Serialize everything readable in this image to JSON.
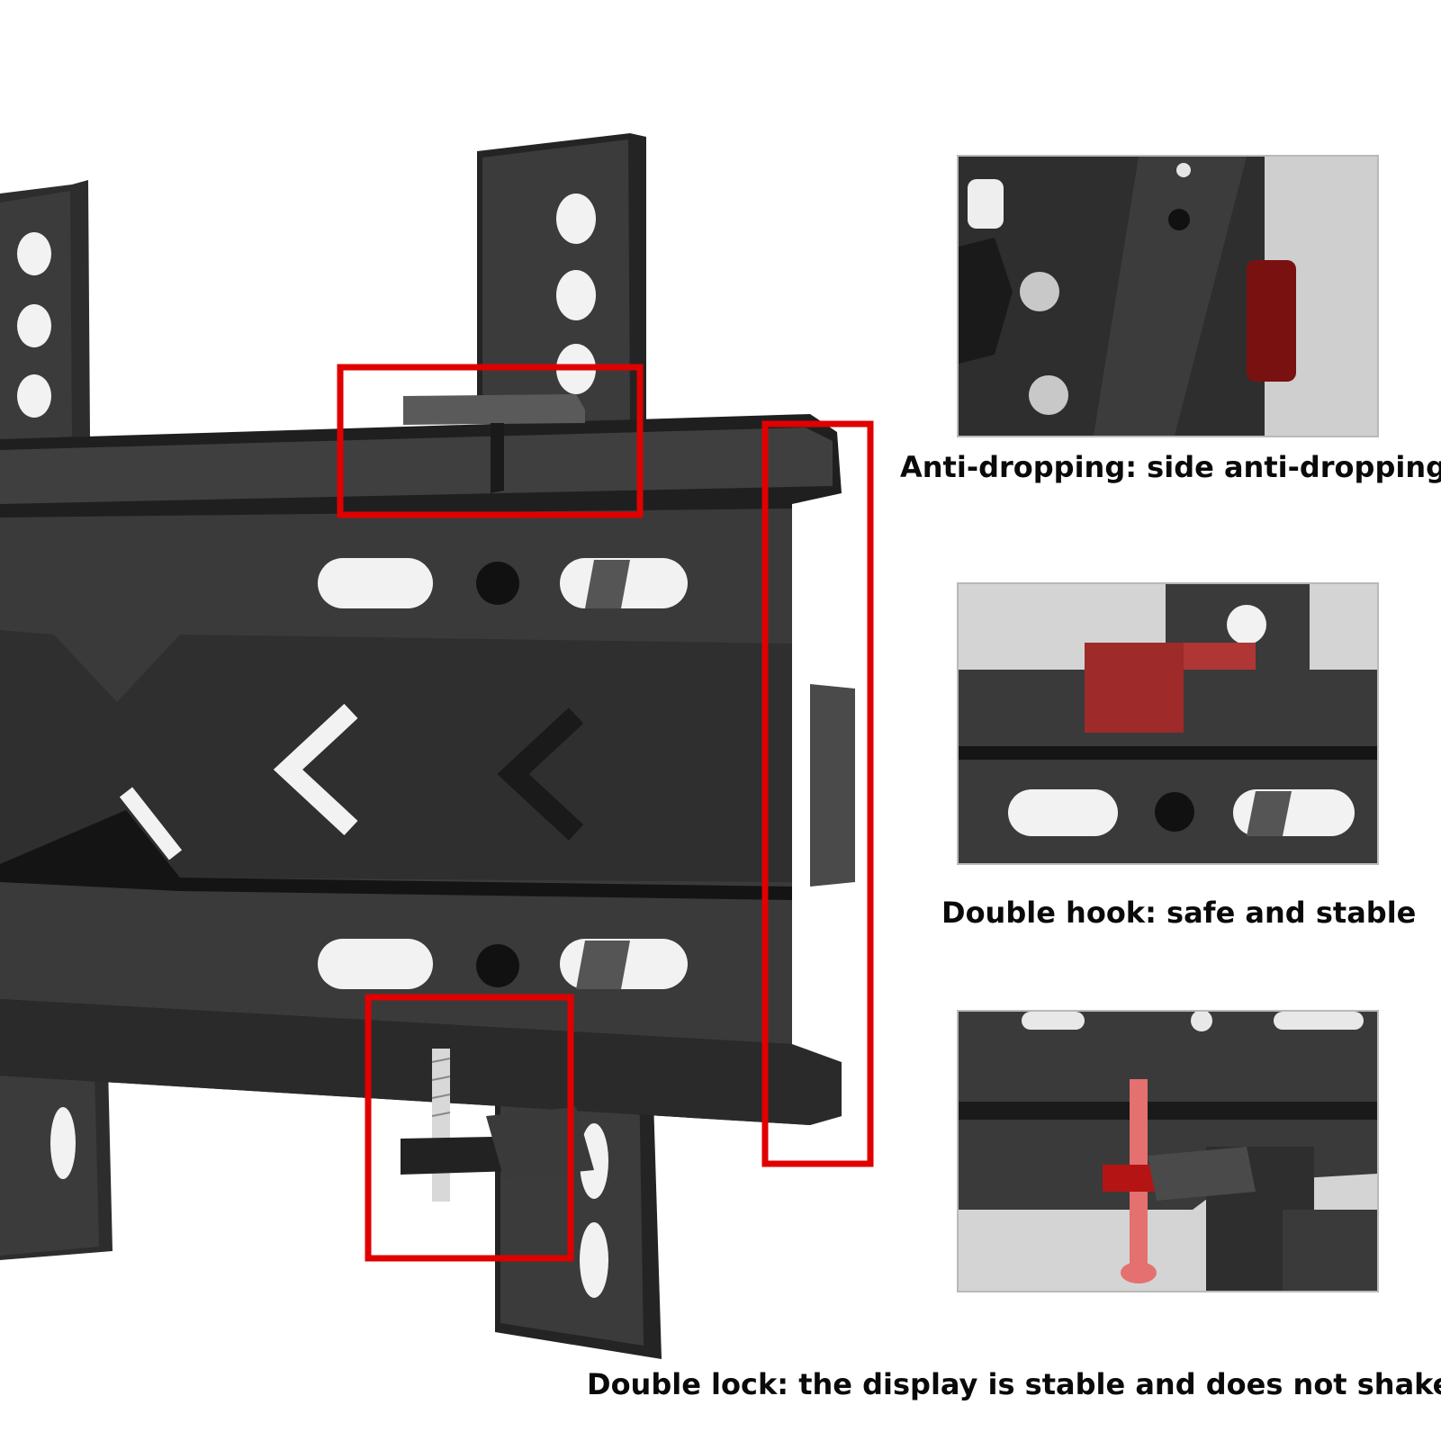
{
  "captions": {
    "anti_dropping": "Anti-dropping: side anti-dropping",
    "double_hook": "Double hook: safe and stable",
    "double_lock": "Double lock: the display is stable and does not shake"
  },
  "colors": {
    "metal": "#3a3a3a",
    "metal_dark": "#1e1e1e",
    "metal_light": "#5a5a5a",
    "highlight_box": "#e00000",
    "red_part": "#9e2a2a"
  }
}
